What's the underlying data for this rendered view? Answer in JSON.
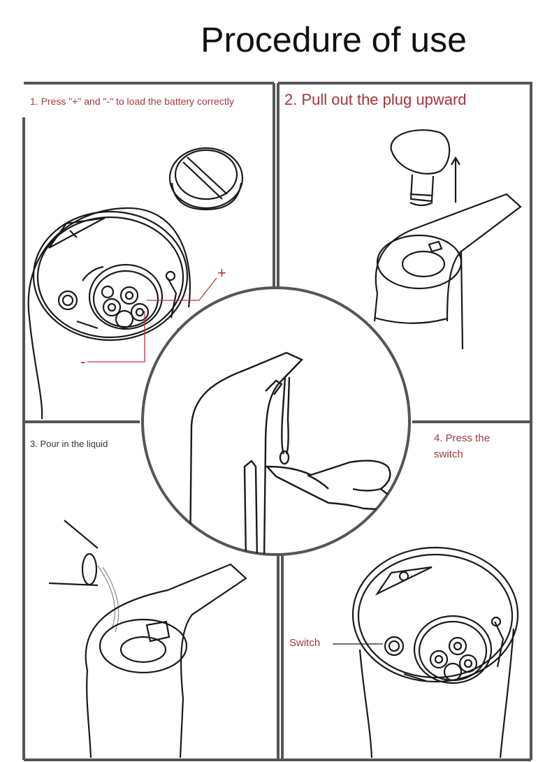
{
  "title": "Procedure of use",
  "steps": {
    "step1": "1. Press \"+\" and \"-\" to load the battery correctly",
    "step2": "2. Pull out the plug upward",
    "step3": "3. Pour in the liquid",
    "step4": "4. Press the switch"
  },
  "callouts": {
    "plus": "+",
    "minus": "-",
    "switch": "Switch"
  },
  "colors": {
    "accent": "#a7333b",
    "line": "#1a1a1a",
    "frame": "#555555"
  }
}
